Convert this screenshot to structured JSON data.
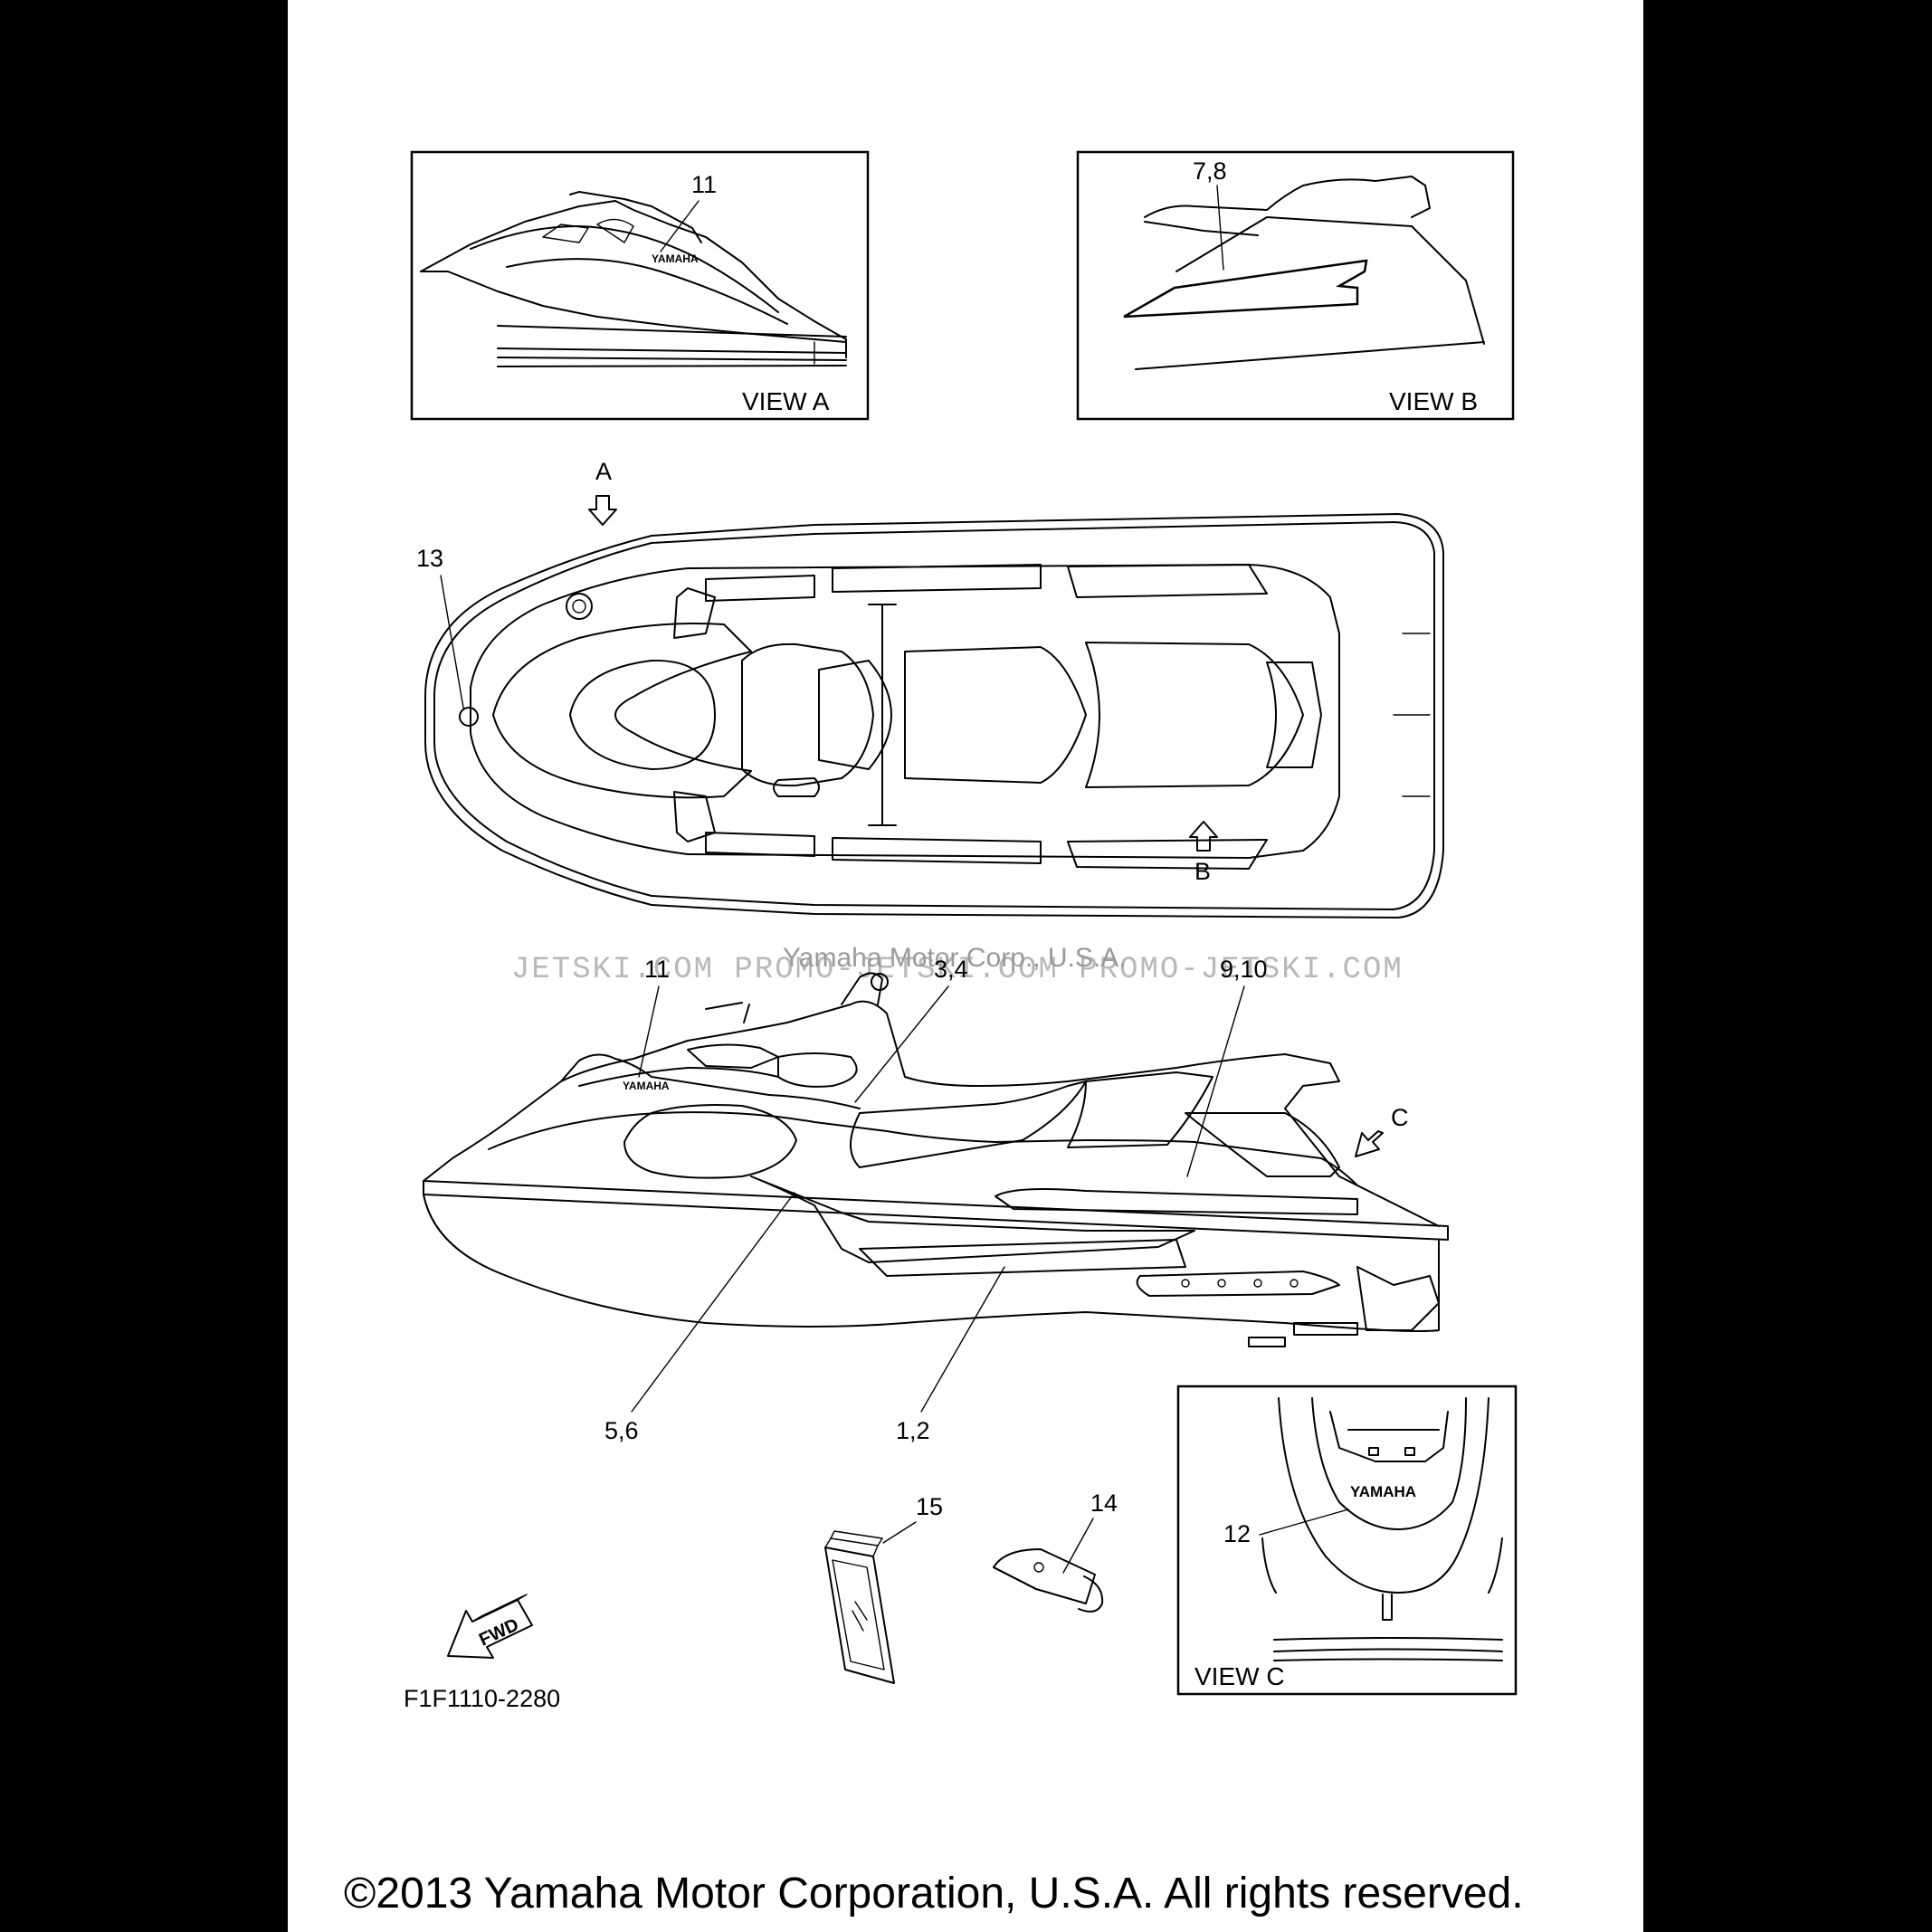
{
  "views": {
    "a": "VIEW A",
    "b": "VIEW B",
    "c": "VIEW C"
  },
  "arrows": {
    "a": "A",
    "b": "B",
    "c": "C"
  },
  "callouts": {
    "view_a_11": "11",
    "view_b_78": "7,8",
    "top_13": "13",
    "side_11": "11",
    "side_34": "3,4",
    "side_910": "9,10",
    "side_56": "5,6",
    "side_12": "1,2",
    "part_15": "15",
    "part_14": "14",
    "view_c_12": "12"
  },
  "decals": {
    "brand": "YAMAHA",
    "fwd": "FWD"
  },
  "figure_code": "F1F1110-2280",
  "watermark": {
    "left": "JETSKI.COM   PROMO-JETSKI.COM   PROMO-JETSKI.COM",
    "center": "Yamaha Motor Corp., U.S.A."
  },
  "copyright": "©2013 Yamaha Motor Corporation, U.S.A. All rights reserved."
}
